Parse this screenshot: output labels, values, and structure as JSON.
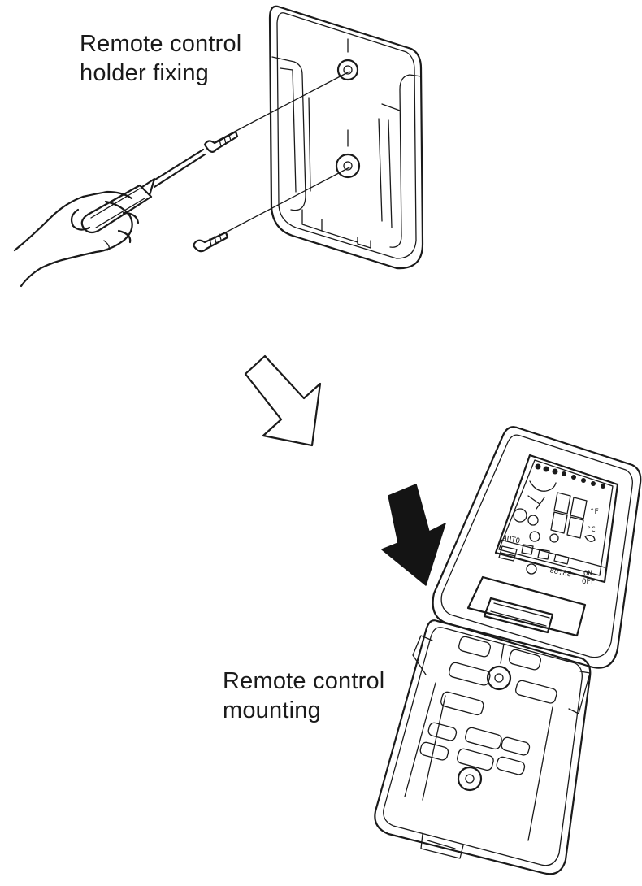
{
  "labels": {
    "fixing_line1": "Remote control",
    "fixing_line2": "holder fixing",
    "mounting_line1": "Remote control",
    "mounting_line2": "mounting"
  },
  "lcd": {
    "auto": "AUTO",
    "on": "ON",
    "off": "OFF",
    "unit": "°F",
    "unit_c": "°C",
    "digits": "88",
    "timer": "88:88"
  }
}
